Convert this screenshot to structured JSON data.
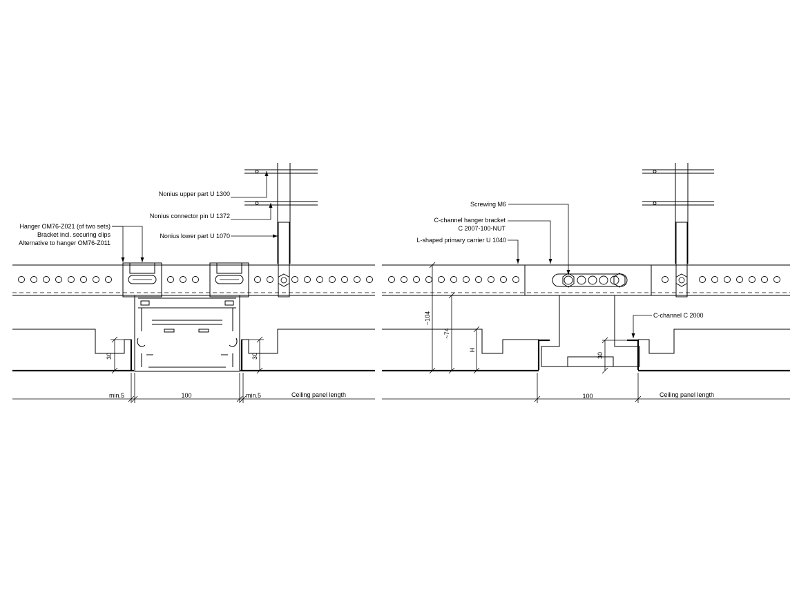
{
  "left_detail": {
    "labels": {
      "nonius_upper": "Nonius upper part U 1300",
      "nonius_pin": "Nonius connector pin U 1372",
      "nonius_lower": "Nonius lower part U 1070",
      "hanger_line1": "Hanger OM76-Z021 (of two sets)",
      "hanger_line2": "Bracket incl. securing clips",
      "hanger_line3": "Alternative to hanger OM76-Z011"
    },
    "dimensions": {
      "left_height": "30",
      "right_height": "30",
      "min_left": "min.5",
      "width": "100",
      "min_right": "min.5",
      "panel_length": "Ceiling panel length"
    }
  },
  "right_detail": {
    "labels": {
      "screwing": "Screwing M6",
      "bracket_line1": "C-channel hanger bracket",
      "bracket_line2": "C 2007-100-NUT",
      "l_carrier": "L-shaped primary carrier U 1040",
      "c_channel": "C-channel C 2000"
    },
    "dimensions": {
      "total_height": "~104",
      "mid_height": "~74",
      "h": "H",
      "inner_height": "30",
      "width": "100",
      "panel_length": "Ceiling panel length"
    }
  }
}
